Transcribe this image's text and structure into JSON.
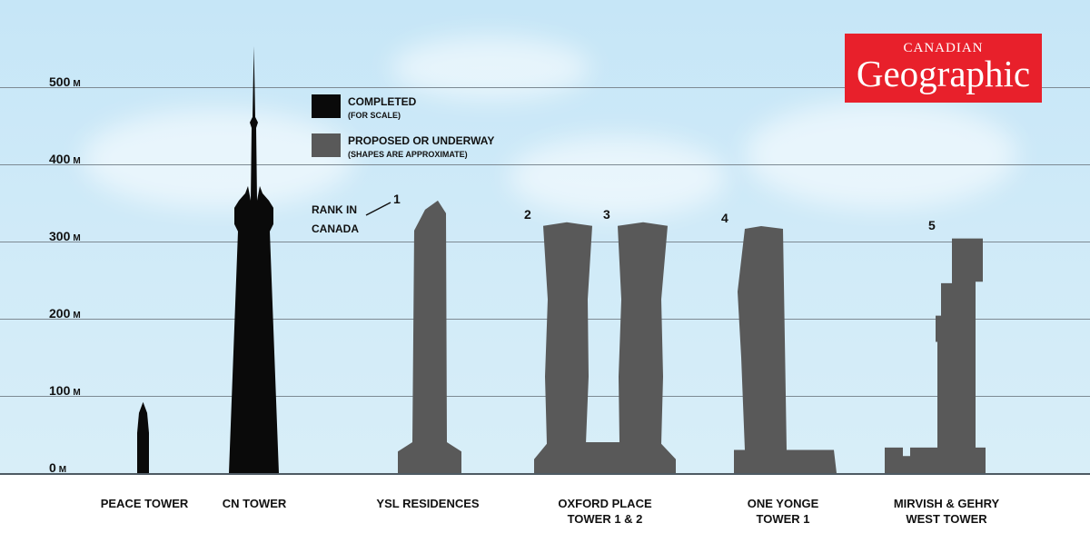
{
  "chart_data": {
    "type": "bar",
    "title": "",
    "ylabel": "",
    "xlabel": "",
    "ylim": [
      0,
      550
    ],
    "y_ticks": [
      {
        "value": 0,
        "label": "0",
        "unit": "M"
      },
      {
        "value": 100,
        "label": "100",
        "unit": "M"
      },
      {
        "value": 200,
        "label": "200",
        "unit": "M"
      },
      {
        "value": 300,
        "label": "300",
        "unit": "M"
      },
      {
        "value": 400,
        "label": "400",
        "unit": "M"
      },
      {
        "value": 500,
        "label": "500",
        "unit": "M"
      }
    ],
    "grid": true,
    "legend": {
      "placement": "top-left",
      "entries": [
        {
          "key": "completed",
          "title": "COMPLETED",
          "subtitle": "(FOR SCALE)",
          "color": "#0a0a0a"
        },
        {
          "key": "proposed",
          "title": "PROPOSED OR UNDERWAY",
          "subtitle": "(SHAPES ARE APPROXIMATE)",
          "color": "#595959"
        }
      ]
    },
    "rank_title": "RANK IN\nCANADA",
    "categories": [
      "PEACE TOWER",
      "CN TOWER",
      "YSL RESIDENCES",
      "OXFORD PLACE\nTOWER 1 & 2",
      "ONE YONGE\nTOWER 1",
      "MIRVISH & GEHRY\nWEST TOWER"
    ],
    "buildings": [
      {
        "name": "Peace Tower",
        "status": "completed",
        "height_m": 92
      },
      {
        "name": "CN Tower",
        "status": "completed",
        "height_m": 553
      },
      {
        "name": "YSL Residences",
        "status": "proposed",
        "height_m": 353,
        "rank": "1"
      },
      {
        "name": "Oxford Place Tower 1",
        "status": "proposed",
        "height_m": 325,
        "rank": "2"
      },
      {
        "name": "Oxford Place Tower 2",
        "status": "proposed",
        "height_m": 325,
        "rank": "3"
      },
      {
        "name": "One Yonge Tower 1",
        "status": "proposed",
        "height_m": 320,
        "rank": "4"
      },
      {
        "name": "Mirvish & Gehry West Tower",
        "status": "proposed",
        "height_m": 304,
        "rank": "5"
      }
    ]
  },
  "logo": {
    "line1": "CANADIAN",
    "line2": "Geographic"
  },
  "colors": {
    "completed": "#0a0a0a",
    "proposed": "#595959",
    "logo_bg": "#e8202b",
    "sky": "#cfeaf8"
  }
}
